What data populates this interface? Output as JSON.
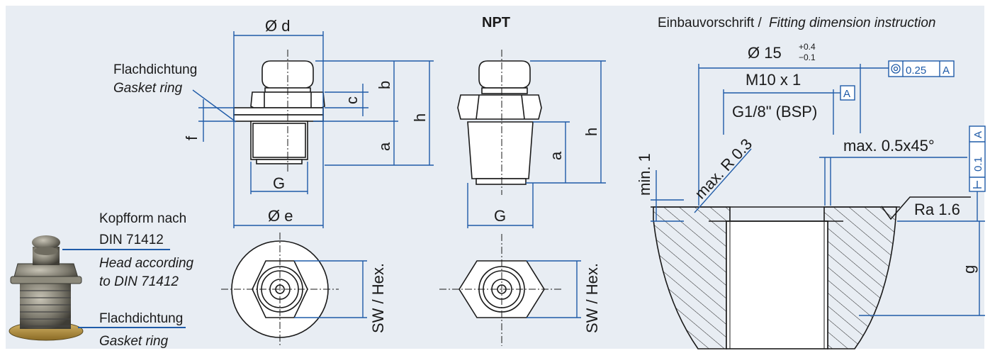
{
  "header": {
    "npt_title": "NPT",
    "fitting_title_de": "Einbauvorschrift /",
    "fitting_title_en": "Fitting dimension instruction"
  },
  "left_drawing": {
    "dim_od": "Ø d",
    "dim_oe": "Ø e",
    "dim_b": "b",
    "dim_c": "c",
    "dim_h": "h",
    "dim_a": "a",
    "dim_f": "f",
    "dim_G": "G",
    "gasket_label_de": "Flachdichtung",
    "gasket_label_en": "Gasket ring",
    "hex_label": "SW / Hex."
  },
  "npt_drawing": {
    "dim_h": "h",
    "dim_a": "a",
    "dim_G": "G",
    "hex_label": "SW / Hex."
  },
  "photo_labels": {
    "head_de_1": "Kopfform nach",
    "head_de_2": "DIN 71412",
    "head_en_1": "Head according",
    "head_en_2": "to DIN 71412",
    "gasket_de": "Flachdichtung",
    "gasket_en": "Gasket ring"
  },
  "fitting": {
    "dia_main": "Ø 15",
    "tol_upper": "+0.4",
    "tol_lower": "−0.1",
    "concentricity_value": "0.25",
    "concentricity_datum": "A",
    "thread_metric": "M10 x 1",
    "thread_bsp": "G1/8\" (BSP)",
    "datum_label": "A",
    "chamfer": "max. 0.5x45°",
    "radius": "max. R 0.3",
    "min_depth": "min. 1",
    "roughness": "Ra 1.6",
    "perp_value": "0.1",
    "perp_datum": "A",
    "dim_g": "g"
  },
  "colors": {
    "background": "#e8edf3",
    "line": "#1a1a1a",
    "dim_blue": "#1f5ba8",
    "metal": "#7a7a72"
  }
}
